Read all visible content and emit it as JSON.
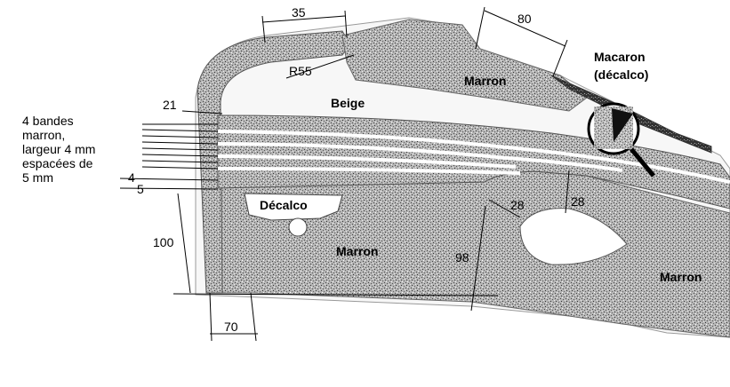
{
  "zones": {
    "beige": "Beige",
    "marron_top": "Marron",
    "marron_center": "Marron",
    "marron_right": "Marron",
    "decalco": "Décalco",
    "macaron_line1": "Macaron",
    "macaron_line2": "(décalco)"
  },
  "dimensions": {
    "d35": "35",
    "d80": "80",
    "r55": "R55",
    "d21": "21",
    "d4": "4",
    "d5": "5",
    "d100": "100",
    "d70": "70",
    "d98": "98",
    "d28a": "28",
    "d28b": "28"
  },
  "note": {
    "line1": "4 bandes",
    "line2": "marron,",
    "line3": "largeur 4 mm",
    "line4": "espacées de",
    "line5": "5 mm"
  },
  "colors": {
    "marron_texture": "#8a8a8a",
    "beige_background": "#ffffff",
    "line": "#000000"
  }
}
